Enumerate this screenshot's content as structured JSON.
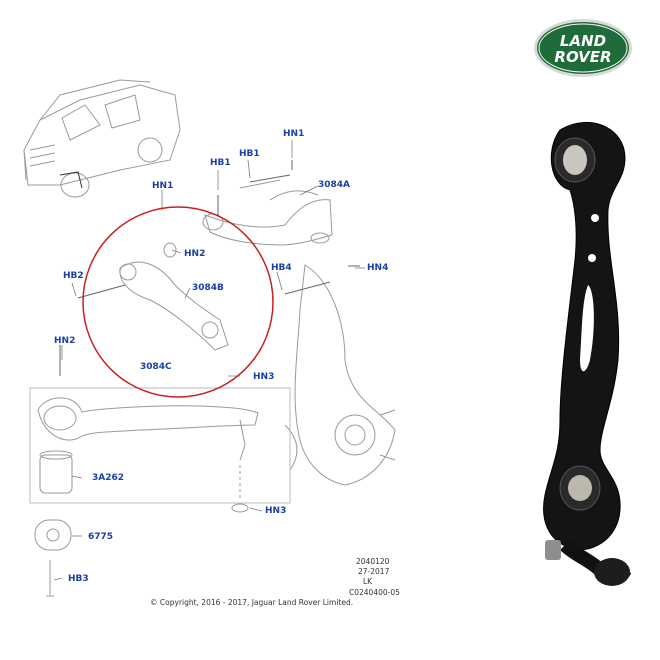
{
  "brand": {
    "logo_line1": "LAND",
    "logo_line2": "ROVER",
    "logo_color": "#1f6b3a"
  },
  "diagram": {
    "callouts": [
      "HN1",
      "HB1",
      "HB1",
      "HN1",
      "3084A",
      "HN2",
      "HB4",
      "HN4",
      "HB2",
      "3084B",
      "HN2",
      "3084C",
      "HN3",
      "3A262",
      "HN3",
      "6775",
      "HB3"
    ],
    "highlight_color": "#cc1f1f",
    "callout_color": "#1a3fa8"
  },
  "footer": {
    "code1": "2040120",
    "code2": "27-2017",
    "code3": "LK",
    "code4": "C0240400-05",
    "copyright": "© Copyright, 2016 - 2017, Jaguar Land Rover Limited."
  }
}
